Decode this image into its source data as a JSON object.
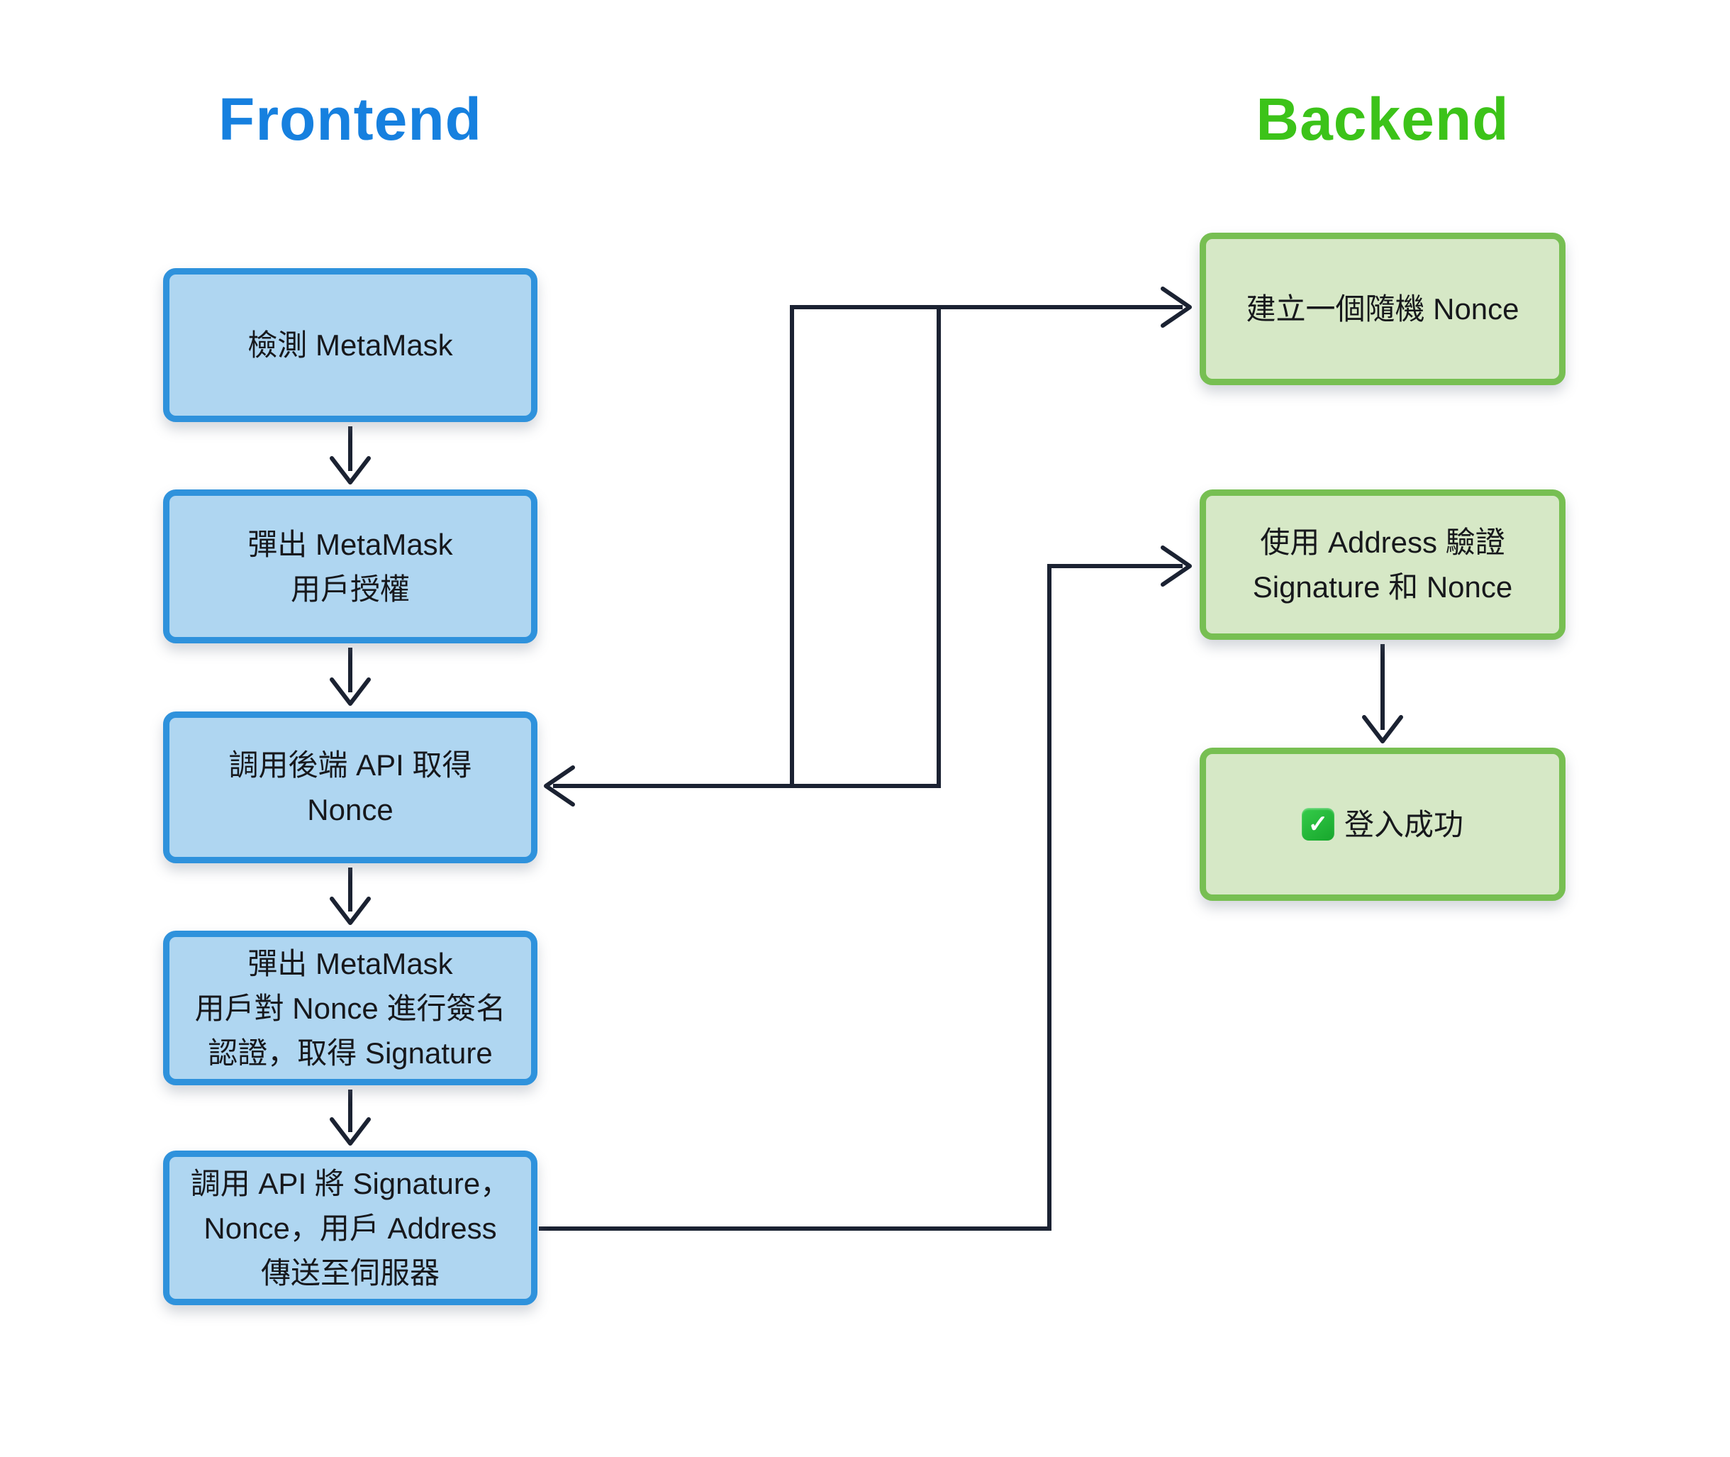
{
  "titles": {
    "frontend": "Frontend",
    "backend": "Backend"
  },
  "frontend_boxes": [
    {
      "id": "detect-metamask",
      "label": "檢測 MetaMask"
    },
    {
      "id": "popup-authorize",
      "label": "彈出 MetaMask\n用戶授權"
    },
    {
      "id": "call-api-nonce",
      "label": "調用後端 API 取得\nNonce"
    },
    {
      "id": "sign-nonce",
      "label": "彈出 MetaMask\n用戶對 Nonce 進行簽名\n認證，取得 Signature"
    },
    {
      "id": "send-to-server",
      "label": "調用 API 將 Signature，\nNonce，用戶 Address\n傳送至伺服器"
    }
  ],
  "backend_boxes": [
    {
      "id": "create-nonce",
      "label": "建立一個隨機 Nonce"
    },
    {
      "id": "verify-signature",
      "label": "使用 Address 驗證\nSignature 和 Nonce"
    },
    {
      "id": "login-success",
      "label": "登入成功",
      "icon": "check-mark-button-emoji",
      "icon_glyph": "✓"
    }
  ],
  "edges": [
    {
      "from": "detect-metamask",
      "to": "popup-authorize"
    },
    {
      "from": "popup-authorize",
      "to": "call-api-nonce"
    },
    {
      "from": "call-api-nonce",
      "to": "create-nonce"
    },
    {
      "from": "create-nonce",
      "to": "call-api-nonce"
    },
    {
      "from": "call-api-nonce",
      "to": "sign-nonce"
    },
    {
      "from": "sign-nonce",
      "to": "send-to-server"
    },
    {
      "from": "send-to-server",
      "to": "verify-signature"
    },
    {
      "from": "verify-signature",
      "to": "login-success"
    }
  ],
  "colors": {
    "frontend_title": "#1680DF",
    "backend_title": "#3CC319",
    "frontend_box_fill": "#AFD6F1",
    "frontend_box_border": "#2F92DC",
    "backend_box_fill": "#D6E8C6",
    "backend_box_border": "#77BF52",
    "connector": "#1B2232",
    "text": "#17181C",
    "check_badge": "#1FAF38",
    "background": "#FFFFFF"
  }
}
